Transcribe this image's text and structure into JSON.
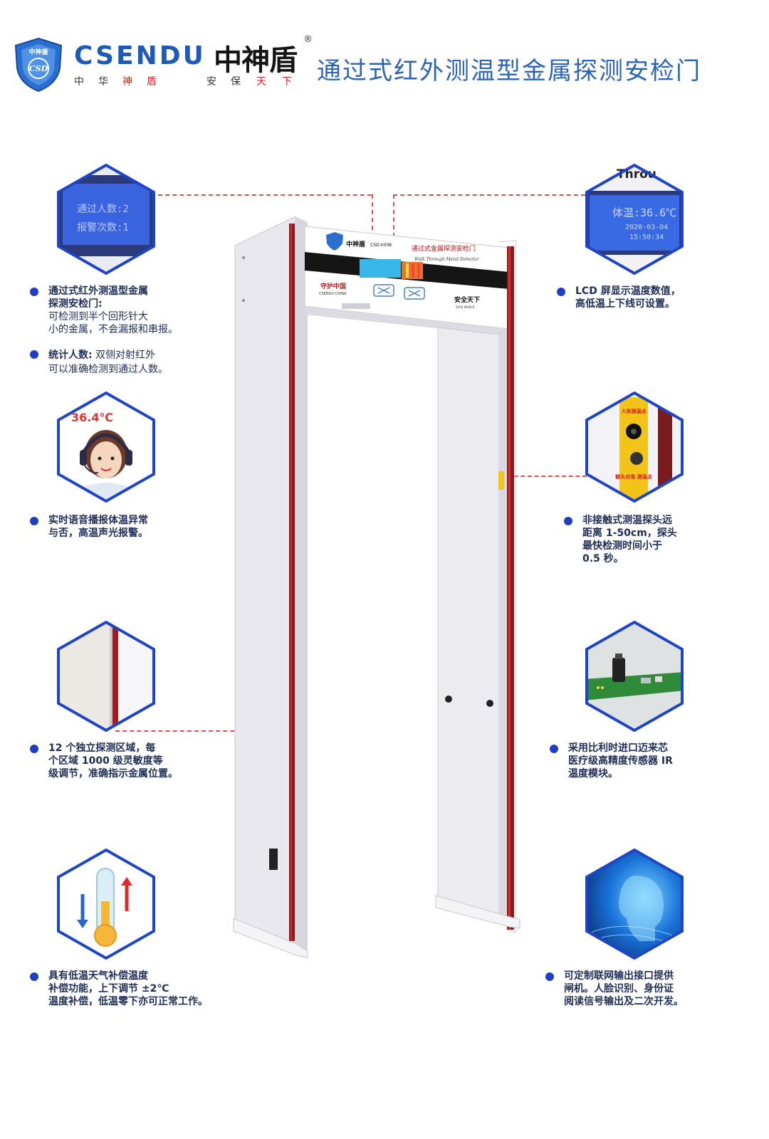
{
  "header": {
    "brand_en": "CSENDU",
    "brand_cn": "中神盾",
    "registered": "®",
    "slogan": [
      "中",
      "华",
      "神",
      "盾",
      "安",
      "保",
      "天",
      "下"
    ],
    "logo_text_top": "中神盾",
    "logo_text_mid": "CSD",
    "title": "通过式红外测温型金属探测安检门"
  },
  "colors": {
    "brand_blue": "#1e5bb7",
    "title_blue": "#2a63b8",
    "hex_border": "#1e45c8",
    "dash_red": "#e05050",
    "slogan_red": "#e02020"
  },
  "lcd_left": {
    "line1": "通过人数:2",
    "line2": "报警次数:1"
  },
  "lcd_right": {
    "corner": "Throu",
    "temp": "体温:36.6℃",
    "date": "2020-03-04",
    "time": "15:50:34"
  },
  "badge_temp": "36.4℃",
  "probe_label_top": "人体测温点",
  "probe_label_bottom": "额头对准 测温点",
  "gate": {
    "brand": "中神盾",
    "model": "CSD-V008",
    "name_cn": "通过式金属探测安检门",
    "name_en": "Walk Through Metal Detector",
    "guard": "守护中国",
    "guard_sub": "CSENDU CHINA",
    "safe": "安全天下",
    "safe_sub": "SAFE WORLD"
  },
  "features": {
    "f1_title": "通过式红外测温型金属\n探测安检门:",
    "f1_body": "可检测到半个回形针大\n小的金属，不会漏报和串报。",
    "f2_title": "统计人数:",
    "f2_body": " 双侧对射红外\n可以准确检测到通过人数。",
    "f3": "LCD 屏显示温度数值，\n高低温上下线可设置。",
    "f4": "实时语音播报体温异常\n与否，高温声光报警。",
    "f5": "非接触式测温探头远\n距离 1-50cm，探头\n最快检测时间小于\n0.5 秒。",
    "f6": "12 个独立探测区域，每\n个区域 1000 级灵敏度等\n级调节，准确指示金属位置。",
    "f7": "采用比利时进口迈来芯\n医疗级高精度传感器 IR\n温度模块。",
    "f8": "具有低温天气补偿温度\n补偿功能，上下调节 ±2℃\n温度补偿，低温零下亦可正常工作。",
    "f9": "可定制联网输出接口提供\n闸机。人脸识别、身份证\n阅读信号输出及二次开发。"
  }
}
